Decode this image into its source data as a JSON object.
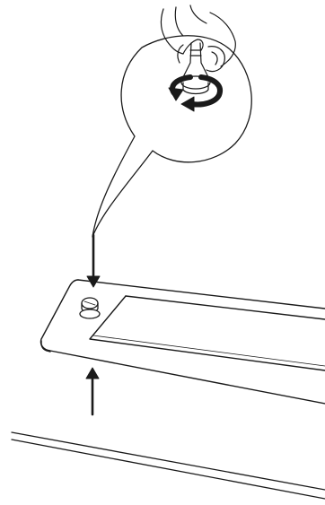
{
  "figure": {
    "ink_color": "#1a1a1a",
    "background_color": "#ffffff",
    "parts": [
      "detail-callout",
      "hand-turning-screw",
      "rotation-arrow",
      "mounting-plate",
      "thumb-screw",
      "lower-surface"
    ],
    "arrows": [
      "down-arrow-to-screw",
      "up-arrow-to-plate"
    ]
  }
}
